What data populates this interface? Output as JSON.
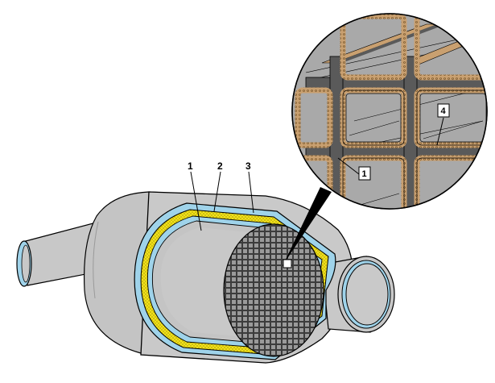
{
  "diagram": {
    "labels": {
      "substrate": "1",
      "mat": "2",
      "housing": "3",
      "coating": "4",
      "zoom_substrate": "1"
    },
    "colors": {
      "metal": "#c8c8c8",
      "metal_dark": "#8a8a8a",
      "face_grid": "#4a4a4a",
      "mat_yellow": "#f2e21a",
      "shell_blue": "#9fd3ea",
      "outline": "#000000",
      "cell_wall": "#5a5a5a",
      "coating": "#c9a070"
    },
    "icons": {
      "part": "catalytic-converter-cutaway",
      "detail": "honeycomb-cell-magnifier"
    }
  }
}
